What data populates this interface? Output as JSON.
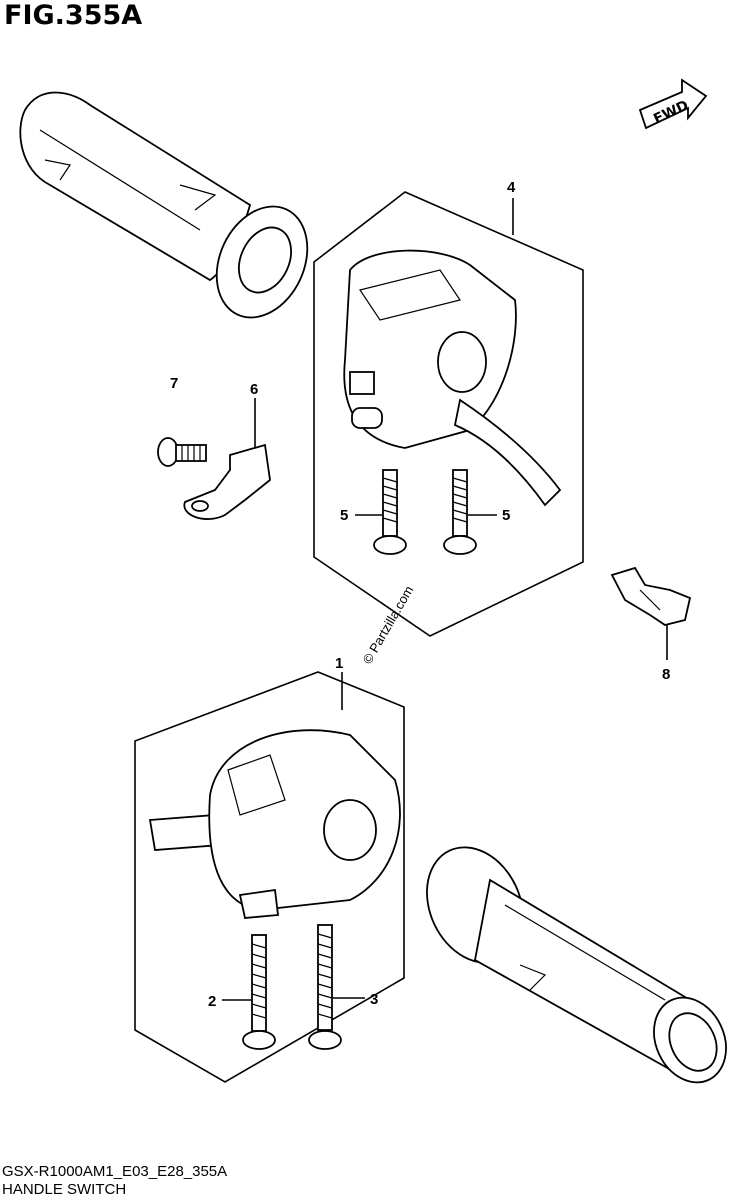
{
  "figure": {
    "title": "FIG.355A",
    "model_code": "GSX-R1000AM1_E03_E28_355A",
    "section_name": "HANDLE SWITCH",
    "watermark": "© Partzilla.com",
    "direction_label": "FWD"
  },
  "callouts": [
    {
      "id": "1",
      "label": "1"
    },
    {
      "id": "2",
      "label": "2"
    },
    {
      "id": "3",
      "label": "3"
    },
    {
      "id": "4",
      "label": "4"
    },
    {
      "id": "5a",
      "label": "5"
    },
    {
      "id": "5b",
      "label": "5"
    },
    {
      "id": "6",
      "label": "6"
    },
    {
      "id": "7",
      "label": "7"
    },
    {
      "id": "8",
      "label": "8"
    }
  ]
}
